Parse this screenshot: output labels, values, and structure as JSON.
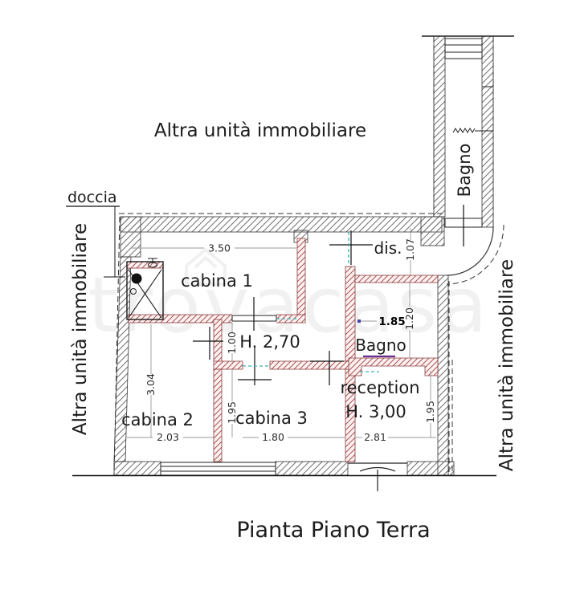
{
  "plan": {
    "title": "Pianta Piano Terra",
    "watermark_text": "trovacasa",
    "annotations": {
      "doccia": "doccia",
      "other_unit_top": "Altra unità immobiliare",
      "other_unit_left": "Altra unità immobiliare",
      "other_unit_right": "Altra unità immobiliare"
    },
    "rooms": {
      "cabina1": {
        "label": "cabina 1",
        "width_m": "3.50"
      },
      "cabina2": {
        "label": "cabina 2",
        "width_m": "2.03",
        "depth_m": "3.04"
      },
      "cabina3": {
        "label": "cabina 3",
        "width_m": "1.80",
        "depth_m": "1.95"
      },
      "corridor": {
        "label": "H. 2,70",
        "width_m": "1.00"
      },
      "dis": {
        "label": "dis.",
        "depth_m": "1.07"
      },
      "bagno_piano": {
        "label": "Bagno",
        "width_m": "1.85",
        "depth_m": "1.20"
      },
      "bagno_corridoio": {
        "label": "Bagno"
      },
      "reception": {
        "label": "reception",
        "height_note": "H. 3,00",
        "width_m": "2.81",
        "depth_m": "1.95"
      }
    },
    "colors": {
      "wall_hatch": "#777777",
      "partition_hatch": "#a85555",
      "partition_fill": "#fdf1f1",
      "hidden_line_teal": "#3ab0b0",
      "accent_purple": "#6a2d91",
      "dimension_line": "#999999"
    }
  }
}
